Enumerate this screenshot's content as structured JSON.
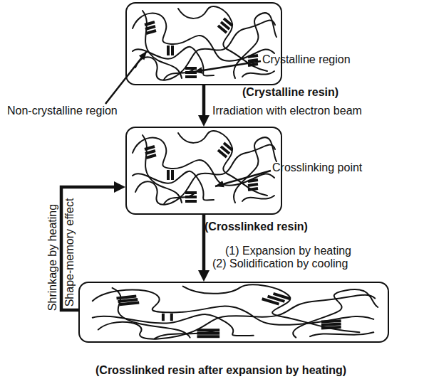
{
  "diagram": {
    "nodes": [
      {
        "text": [
          "(Crystalline resin)"
        ]
      },
      {
        "text": [
          "(Crosslinked resin)"
        ]
      },
      {
        "text": [
          "(Crosslinked resin after expansion by heating)"
        ]
      }
    ],
    "edges": [
      {
        "from": 0,
        "to": 1,
        "arrow": "to",
        "label": "Irradiation with electron beam"
      },
      {
        "from": 1,
        "to": 2,
        "arrow": "to",
        "label": "(1) Expansion by heating (2) Solidification by cooling"
      },
      {
        "from": 2,
        "to": 1,
        "arrow": "to",
        "label": "Shrinkage by heating"
      }
    ],
    "labels": [
      "Crystalline region",
      "Non-crystalline region",
      "Crosslinking point",
      "Shape-memory effect"
    ]
  }
}
